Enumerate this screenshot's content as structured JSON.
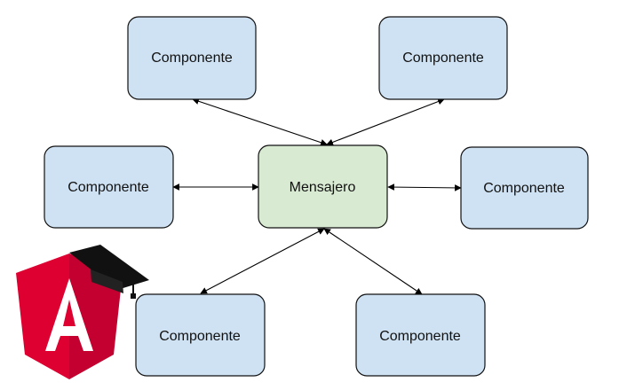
{
  "diagram": {
    "center": {
      "label": "Mensajero",
      "fill": "#d9ead3"
    },
    "nodes": [
      {
        "id": "top-left",
        "label": "Componente"
      },
      {
        "id": "top-right",
        "label": "Componente"
      },
      {
        "id": "middle-left",
        "label": "Componente"
      },
      {
        "id": "middle-right",
        "label": "Componente"
      },
      {
        "id": "bottom-left",
        "label": "Componente"
      },
      {
        "id": "bottom-right",
        "label": "Componente"
      }
    ],
    "node_fill": "#cfe2f3",
    "stroke": "#000000",
    "edges": [
      {
        "from": "center",
        "to": "top-left",
        "direction": "both"
      },
      {
        "from": "center",
        "to": "top-right",
        "direction": "both"
      },
      {
        "from": "center",
        "to": "middle-left",
        "direction": "both"
      },
      {
        "from": "center",
        "to": "middle-right",
        "direction": "both"
      },
      {
        "from": "center",
        "to": "bottom-left",
        "direction": "both"
      },
      {
        "from": "center",
        "to": "bottom-right",
        "direction": "both"
      }
    ]
  },
  "logo": {
    "icon": "angular-shield-graduation-cap-icon",
    "shield_color": "#dd0031",
    "shield_dark": "#c3002f",
    "cap_color": "#111111"
  }
}
